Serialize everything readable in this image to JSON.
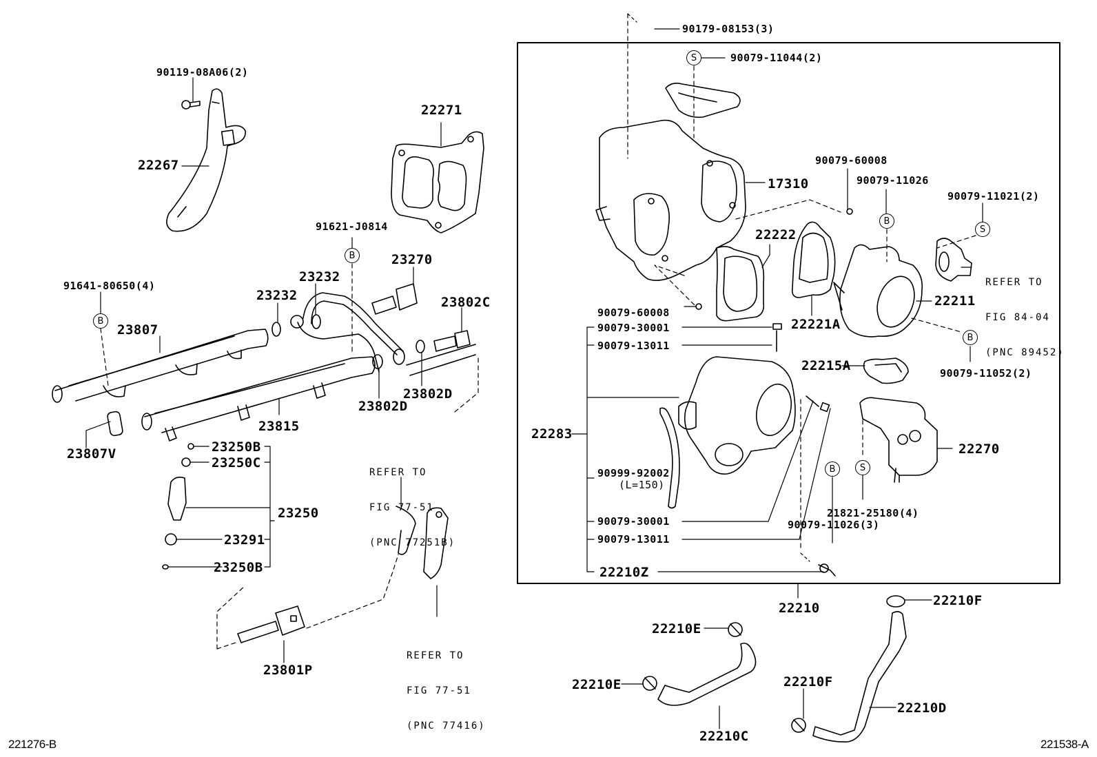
{
  "diagram": {
    "type": "exploded parts diagram",
    "left_panel": {
      "figure_code": "221276-B",
      "parts": [
        {
          "id": "p_90119",
          "label": "90119-08A06(2)"
        },
        {
          "id": "p_22267",
          "label": "22267"
        },
        {
          "id": "p_22271",
          "label": "22271"
        },
        {
          "id": "p_91621",
          "label": "91621-J0814"
        },
        {
          "id": "p_23270",
          "label": "23270"
        },
        {
          "id": "p_91641",
          "label": "91641-80650(4)"
        },
        {
          "id": "p_23232a",
          "label": "23232"
        },
        {
          "id": "p_23232b",
          "label": "23232"
        },
        {
          "id": "p_23802c",
          "label": "23802C"
        },
        {
          "id": "p_23807",
          "label": "23807"
        },
        {
          "id": "p_23802d_a",
          "label": "23802D"
        },
        {
          "id": "p_23802d_b",
          "label": "23802D"
        },
        {
          "id": "p_23815",
          "label": "23815"
        },
        {
          "id": "p_23807v",
          "label": "23807V"
        },
        {
          "id": "p_23250b_a",
          "label": "23250B"
        },
        {
          "id": "p_23250c",
          "label": "23250C"
        },
        {
          "id": "p_23250",
          "label": "23250"
        },
        {
          "id": "p_23291",
          "label": "23291"
        },
        {
          "id": "p_23250b_b",
          "label": "23250B"
        },
        {
          "id": "p_23801p",
          "label": "23801P"
        }
      ],
      "references": [
        {
          "lines": [
            "REFER TO",
            "FIG 77-51",
            "(PNC 77251B)"
          ]
        },
        {
          "lines": [
            "REFER TO",
            "FIG 77-51",
            "(PNC 77416)"
          ]
        }
      ],
      "badges": [
        "B",
        "B"
      ]
    },
    "right_panel": {
      "figure_code": "221538-A",
      "assembly_label": "22210",
      "parts": [
        {
          "id": "r_90179",
          "label": "90179-08153(3)"
        },
        {
          "id": "r_90079_11044",
          "label": "90079-11044(2)"
        },
        {
          "id": "r_17310",
          "label": "17310"
        },
        {
          "id": "r_90079_60008_a",
          "label": "90079-60008"
        },
        {
          "id": "r_90079_11026",
          "label": "90079-11026"
        },
        {
          "id": "r_90079_11021",
          "label": "90079-11021(2)"
        },
        {
          "id": "r_22222",
          "label": "22222"
        },
        {
          "id": "r_90079_60008_b",
          "label": "90079-60008"
        },
        {
          "id": "r_22211",
          "label": "22211"
        },
        {
          "id": "r_22221a",
          "label": "22221A"
        },
        {
          "id": "r_90079_30001_a",
          "label": "90079-30001"
        },
        {
          "id": "r_90079_13011_a",
          "label": "90079-13011"
        },
        {
          "id": "r_22215a",
          "label": "22215A"
        },
        {
          "id": "r_90079_11052",
          "label": "90079-11052(2)"
        },
        {
          "id": "r_22283",
          "label": "22283"
        },
        {
          "id": "r_22270",
          "label": "22270"
        },
        {
          "id": "r_90999",
          "label": "90999-92002"
        },
        {
          "id": "r_90999_len",
          "label": "(L=150)"
        },
        {
          "id": "r_21821",
          "label": "21821-25180(4)"
        },
        {
          "id": "r_90079_30001_b",
          "label": "90079-30001"
        },
        {
          "id": "r_90079_13011_b",
          "label": "90079-13011"
        },
        {
          "id": "r_90079_11026_3",
          "label": "90079-11026(3)"
        },
        {
          "id": "r_22210z",
          "label": "22210Z"
        },
        {
          "id": "r_22210",
          "label": "22210"
        },
        {
          "id": "r_22210f_a",
          "label": "22210F"
        },
        {
          "id": "r_22210e_a",
          "label": "22210E"
        },
        {
          "id": "r_22210e_b",
          "label": "22210E"
        },
        {
          "id": "r_22210f_b",
          "label": "22210F"
        },
        {
          "id": "r_22210d",
          "label": "22210D"
        },
        {
          "id": "r_22210c",
          "label": "22210C"
        }
      ],
      "references": [
        {
          "lines": [
            "REFER TO",
            "FIG 84-04",
            "(PNC 89452)"
          ]
        }
      ],
      "badges": [
        "S",
        "B",
        "S",
        "B",
        "B",
        "S"
      ]
    }
  }
}
